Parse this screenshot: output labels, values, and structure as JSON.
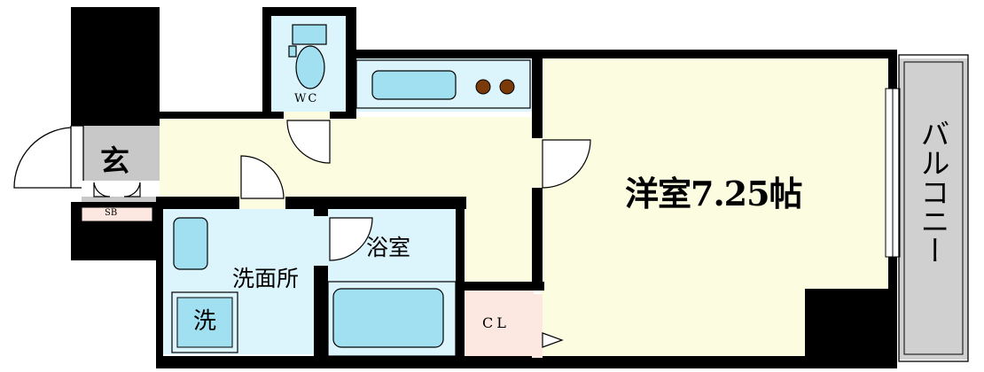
{
  "floorplan": {
    "rooms": {
      "genkan": "玄",
      "wc": "WC",
      "western_room": "洋室7.25帖",
      "balcony": "バルコニー",
      "washroom": "洗面所",
      "washer": "洗",
      "bathroom": "浴室",
      "closet": "CL",
      "shoe_box": "SB"
    },
    "colors": {
      "wall": "#000000",
      "floor": "#fcfce0",
      "wet_area": "#dcf4fc",
      "fixture": "#a0e0f0",
      "entrance_floor": "#c8c8c8",
      "balcony": "#d0d0d0",
      "closet": "#fce8e0",
      "stove": "#7a3a0a"
    }
  }
}
